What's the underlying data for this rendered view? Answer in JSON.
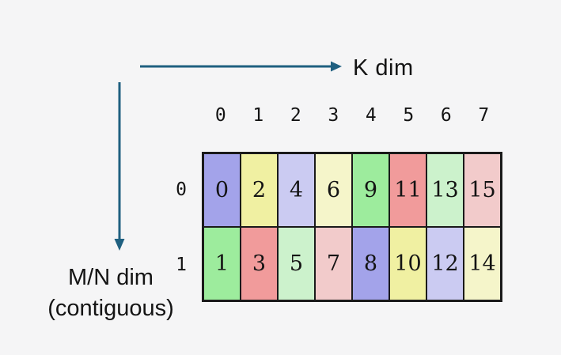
{
  "labels": {
    "k_dim": "K dim",
    "mn_dim_line1": "M/N dim",
    "mn_dim_line2": "(contiguous)"
  },
  "colors": {
    "background": "#f5f5f6",
    "arrow": "#1f6080",
    "border": "#1a1a1a",
    "text": "#141414",
    "palette": {
      "periwinkle": "#a3a3ea",
      "yellow": "#f0f0a2",
      "light_periwinkle": "#cbcbf2",
      "pale_yellow": "#f5f5ca",
      "green": "#9dec9d",
      "salmon": "#f19b9b",
      "light_green": "#ccf2cc",
      "pink": "#f2cbcb"
    }
  },
  "grid": {
    "column_headers": [
      "0",
      "1",
      "2",
      "3",
      "4",
      "5",
      "6",
      "7"
    ],
    "row_headers": [
      "0",
      "1"
    ],
    "rows": [
      {
        "cells": [
          {
            "value": "0",
            "color": "#a3a3ea"
          },
          {
            "value": "2",
            "color": "#f0f0a2"
          },
          {
            "value": "4",
            "color": "#cbcbf2"
          },
          {
            "value": "6",
            "color": "#f5f5ca"
          },
          {
            "value": "9",
            "color": "#9dec9d"
          },
          {
            "value": "11",
            "color": "#f19b9b"
          },
          {
            "value": "13",
            "color": "#ccf2cc"
          },
          {
            "value": "15",
            "color": "#f2cbcb"
          }
        ]
      },
      {
        "cells": [
          {
            "value": "1",
            "color": "#9dec9d"
          },
          {
            "value": "3",
            "color": "#f19b9b"
          },
          {
            "value": "5",
            "color": "#ccf2cc"
          },
          {
            "value": "7",
            "color": "#f2cbcb"
          },
          {
            "value": "8",
            "color": "#a3a3ea"
          },
          {
            "value": "10",
            "color": "#f0f0a2"
          },
          {
            "value": "12",
            "color": "#cbcbf2"
          },
          {
            "value": "14",
            "color": "#f5f5ca"
          }
        ]
      }
    ]
  }
}
